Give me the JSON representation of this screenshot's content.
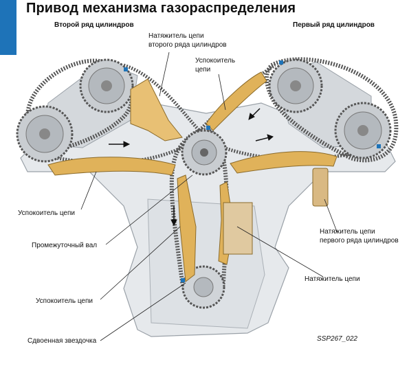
{
  "title": "Привод механизма газораспределения",
  "labels": {
    "bank2": "Второй ряд цилиндров",
    "bank1": "Первый ряд цилиндров",
    "tensioner_bank2_line1": "Натяжитель цепи",
    "tensioner_bank2_line2": "второго ряда цилиндров",
    "damper_top_line1": "Успокоитель",
    "damper_top_line2": "цепи",
    "damper_left": "Успокоитель цепи",
    "intermediate_shaft": "Промежуточный вал",
    "damper_lower": "Успокоитель цепи",
    "double_sprocket": "Сдвоенная звездочка",
    "tensioner_bank1_line1": "Натяжитель цепи",
    "tensioner_bank1_line2": "первого ряда цилиндров",
    "tensioner_main": "Натяжитель цепи"
  },
  "reference": "SSP267_022",
  "colors": {
    "accent": "#1e73b8",
    "chain": "#555555",
    "guide": "#e0b25a",
    "sprocket": "#c8c8c8",
    "housing": "#e9ecef"
  }
}
